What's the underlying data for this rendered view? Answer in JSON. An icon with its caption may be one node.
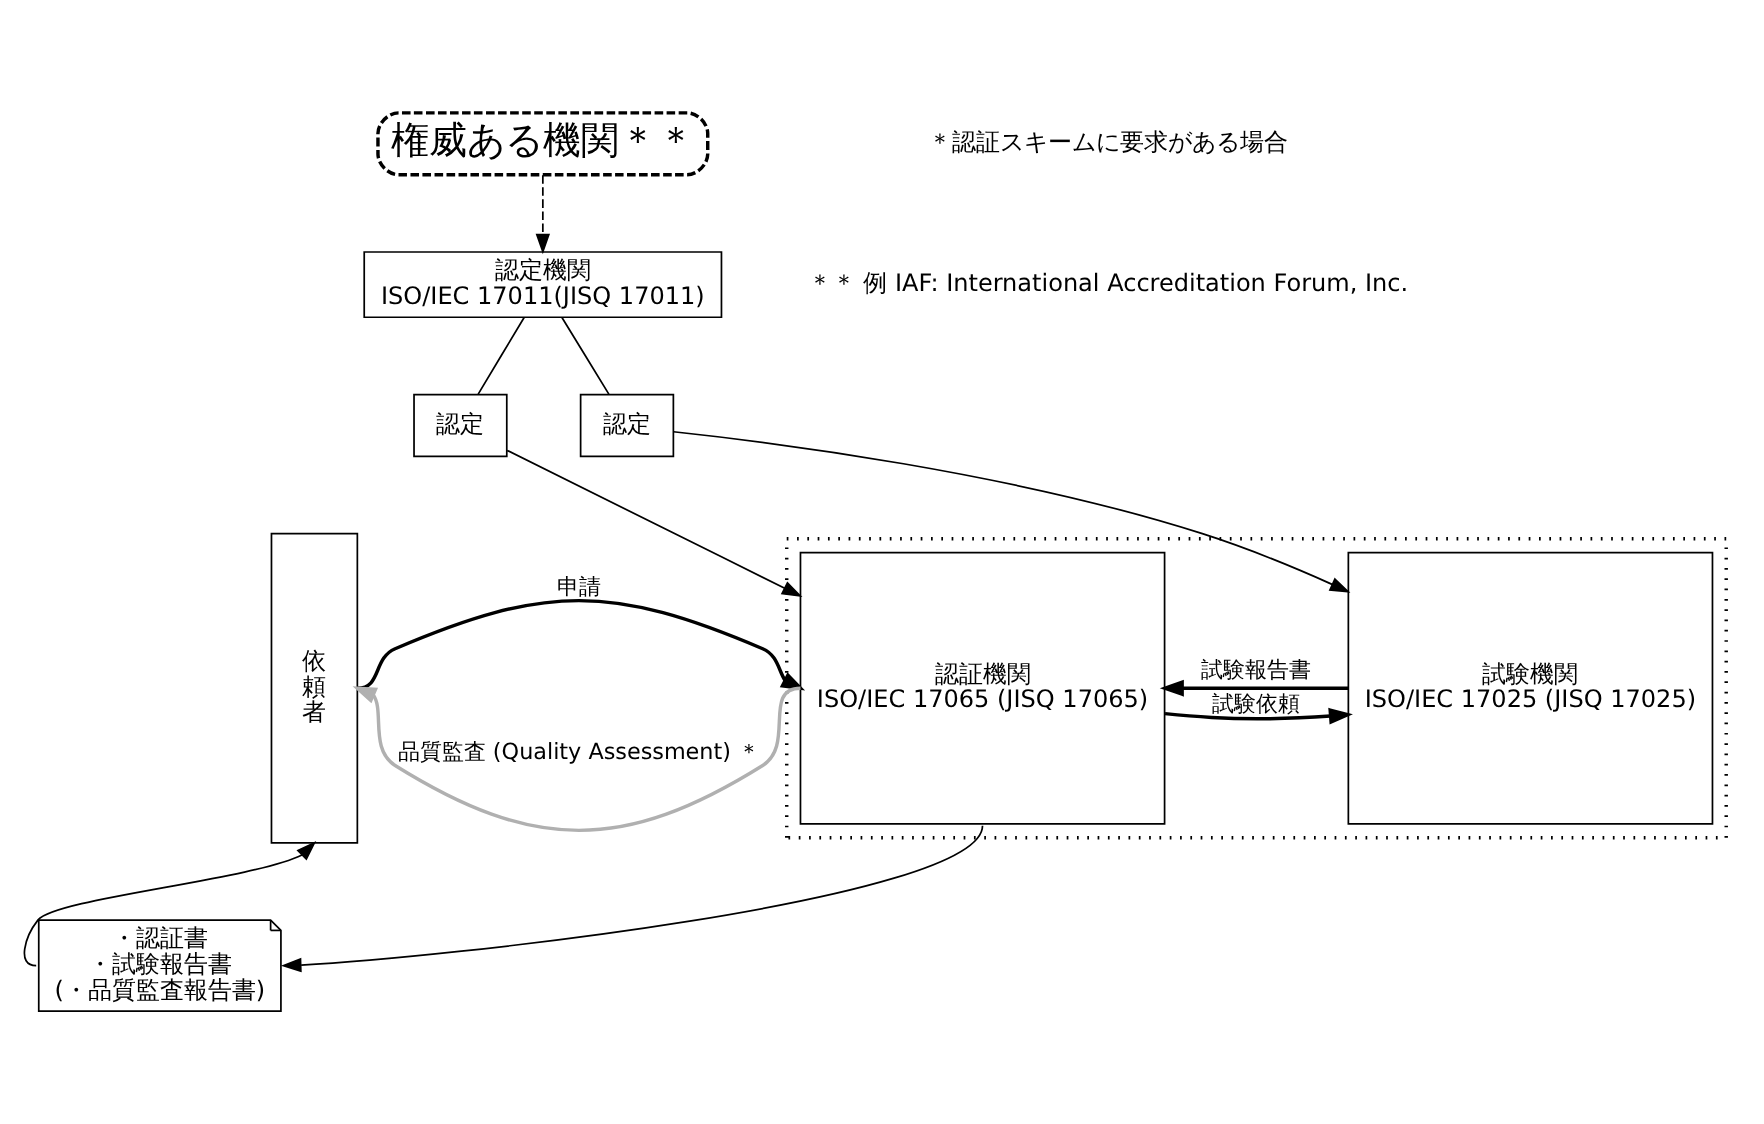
{
  "diagram": {
    "nodes": [
      {
        "text": [
          "権威ある機関＊＊"
        ]
      },
      {
        "text": [
          "認定機関",
          "ISO/IEC 17011(JISQ 17011)"
        ]
      },
      {
        "text": [
          "認定"
        ]
      },
      {
        "text": [
          "認定"
        ]
      },
      {
        "text": [],
        "shape": "box"
      },
      {
        "text": [
          "依頼者"
        ]
      },
      {
        "text": [
          "認証機関",
          "ISO/IEC 17065 (JISQ 17065)"
        ],
        "in": 4
      },
      {
        "text": [
          "試験機関",
          "ISO/IEC 17025 (JISQ 17025)"
        ],
        "in": 4
      },
      {
        "text": [
          "・認証書",
          "・試験報告書",
          "(・品質監査報告書)"
        ]
      }
    ],
    "edges": [
      {
        "from": 0,
        "to": 1,
        "arrow": "to",
        "style": "dashed"
      },
      {
        "from": 1,
        "to": 2,
        "arrow": "none"
      },
      {
        "from": 2,
        "to": 6,
        "arrow": "to"
      },
      {
        "from": 1,
        "to": 3,
        "arrow": "none"
      },
      {
        "from": 3,
        "to": 7,
        "arrow": "to"
      },
      {
        "from": 5,
        "to": 6,
        "arrow": "to",
        "label": "申請"
      },
      {
        "from": 6,
        "to": 5,
        "arrow": "to",
        "label": "品質監査 (Quality Assessment) ＊",
        "color": "#b0b0b0"
      },
      {
        "from": 6,
        "to": 7,
        "arrow": "to",
        "label": "試験依頼"
      },
      {
        "from": 7,
        "to": 6,
        "arrow": "to",
        "label": "試験報告書"
      },
      {
        "from": 6,
        "to": 8,
        "arrow": "to"
      },
      {
        "from": 8,
        "to": 5,
        "arrow": "to"
      }
    ],
    "labels": [
      "＊認証スキームに要求がある場合",
      "＊＊ 例 IAF: International Accreditation Forum, Inc."
    ]
  }
}
